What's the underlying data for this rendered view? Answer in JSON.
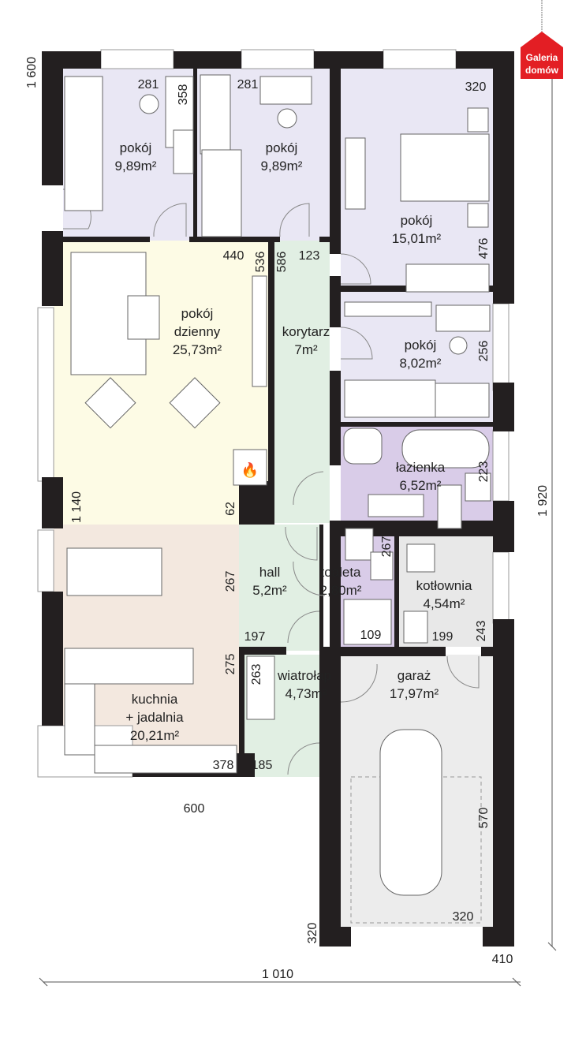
{
  "logo": {
    "line1": "Galeria",
    "line2": "domów",
    "color": "#e31e24"
  },
  "colors": {
    "bedroom": "#e9e7f4",
    "living": "#fdfbe5",
    "corridor": "#e1efe3",
    "kitchen": "#f3e8df",
    "bathroom": "#d9cce8",
    "utility": "#e8e8e8",
    "wall": "#231f20"
  },
  "rooms": [
    {
      "name": "pokój",
      "area": "9,89m²"
    },
    {
      "name": "pokój",
      "area": "9,89m²"
    },
    {
      "name": "pokój",
      "area": "15,01m²"
    },
    {
      "name": "pokój dzienny",
      "line1": "pokój",
      "line2": "dzienny",
      "area": "25,73m²"
    },
    {
      "name": "korytarz",
      "area": "7m²"
    },
    {
      "name": "pokój",
      "area": "8,02m²"
    },
    {
      "name": "łazienka",
      "area": "6,52m²"
    },
    {
      "name": "hall",
      "area": "5,2m²"
    },
    {
      "name": "toaleta",
      "area": "2,80m²"
    },
    {
      "name": "kotłownia",
      "area": "4,54m²"
    },
    {
      "name": "wiatrołap",
      "area": "4,73m²"
    },
    {
      "name": "kuchnia + jadalnia",
      "line1": "kuchnia",
      "line2": "+ jadalnia",
      "area": "20,21m²"
    },
    {
      "name": "garaż",
      "area": "17,97m²"
    }
  ],
  "dimensions": {
    "d1600": "1 600",
    "d281a": "281",
    "d358": "358",
    "d281b": "281",
    "d320a": "320",
    "d476": "476",
    "d440": "440",
    "d536": "536",
    "d586": "586",
    "d123": "123",
    "d256": "256",
    "d223": "223",
    "d1140": "1 140",
    "d62": "62",
    "d1920": "1 920",
    "d267a": "267",
    "d267b": "267",
    "d109": "109",
    "d199": "199",
    "d243": "243",
    "d197": "197",
    "d275": "275",
    "d263": "263",
    "d378": "378",
    "d185": "185",
    "d600": "600",
    "d570": "570",
    "d320b": "320",
    "d320c": "320",
    "d410": "410",
    "d1010": "1 010"
  }
}
